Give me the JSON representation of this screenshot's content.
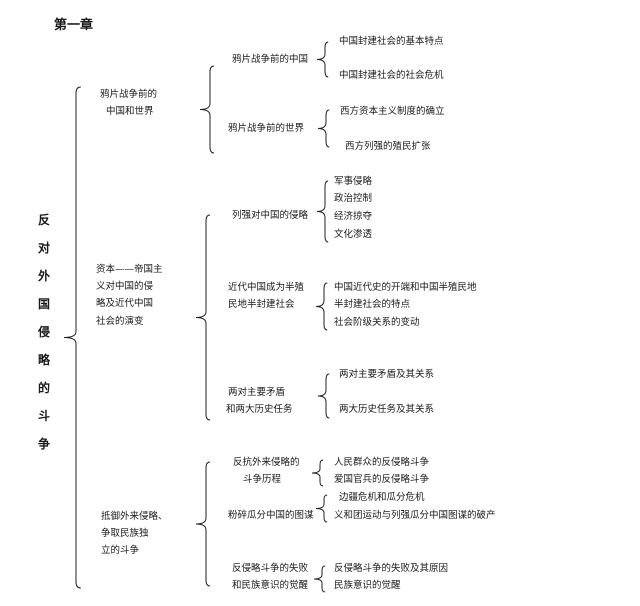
{
  "chapter": "第一章",
  "root": [
    "反",
    "对",
    "外",
    "国",
    "侵",
    "略",
    "的",
    "斗",
    "争"
  ],
  "sections": [
    {
      "title": [
        "鸦片战争前的",
        "中国和世界"
      ],
      "topics": [
        {
          "label": [
            "鸦片战争前的中国"
          ],
          "items": [
            "中国封建社会的基本特点",
            "中国封建社会的社会危机"
          ]
        },
        {
          "label": [
            "鸦片战争前的世界"
          ],
          "items": [
            "西方资本主义制度的确立",
            "西方列强的殖民扩张"
          ]
        }
      ]
    },
    {
      "title": [
        "资本——帝国主",
        "义对中国的侵",
        "略及近代中国",
        "社会的演变"
      ],
      "topics": [
        {
          "label": [
            "列强对中国的侵略"
          ],
          "items": [
            "军事侵略",
            "政治控制",
            "经济掠夺",
            "文化渗透"
          ]
        },
        {
          "label": [
            "近代中国成为半殖",
            "民地半封建社会"
          ],
          "items": [
            "中国近代史的开端和中国半殖民地",
            "半封建社会的特点",
            "社会阶级关系的变动"
          ]
        },
        {
          "label": [
            "两对主要矛盾",
            "和两大历史任务"
          ],
          "items": [
            "两对主要矛盾及其关系",
            "两大历史任务及其关系"
          ]
        }
      ]
    },
    {
      "title": [
        "抵御外来侵略、",
        "争取民族独",
        "立的斗争"
      ],
      "topics": [
        {
          "label": [
            "反抗外来侵略的",
            "斗争历程"
          ],
          "items": [
            "人民群众的反侵略斗争",
            "爱国官兵的反侵略斗争"
          ]
        },
        {
          "label": [
            "粉碎瓜分中国的图谋"
          ],
          "items": [
            "边疆危机和瓜分危机",
            "义和团运动与列强瓜分中国图谋的破产"
          ]
        },
        {
          "label": [
            "反侵略斗争的失败",
            "和民族意识的觉醒"
          ],
          "items": [
            "反侵略斗争的失败及其原因",
            "民族意识的觉醒"
          ]
        }
      ]
    }
  ]
}
